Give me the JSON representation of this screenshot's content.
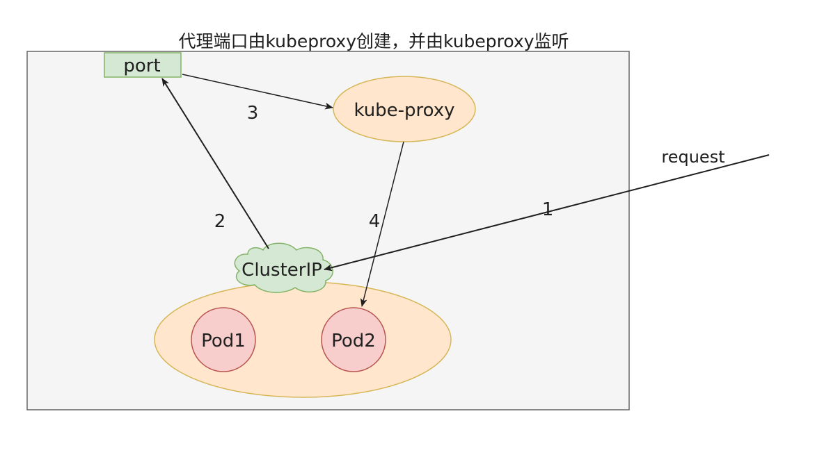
{
  "caption": "代理端口由kubeproxy创建，并由kubeproxy监听",
  "nodes": {
    "port": "port",
    "kube_proxy": "kube-proxy",
    "cluster_ip": "ClusterIP",
    "pod1": "Pod1",
    "pod2": "Pod2"
  },
  "request_label": "request",
  "step_labels": {
    "one": "1",
    "two": "2",
    "three": "3",
    "four": "4"
  },
  "colors": {
    "green_fill": "#d5e8d4",
    "green_stroke": "#82b366",
    "orange_fill": "#ffe6cc",
    "orange_stroke": "#d6b656",
    "pink_fill": "#f8cecc",
    "pink_stroke": "#b85450",
    "panel_fill": "#f5f5f5",
    "panel_stroke": "#666666"
  }
}
